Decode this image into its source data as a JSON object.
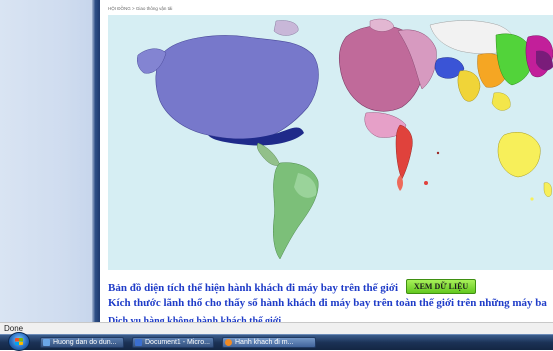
{
  "page": {
    "breadcrumb": "HỘI ĐỒNG > Giao thông vận tải",
    "caption_main": "Bản đồ diện tích thể hiện hành khách đi máy bay trên thế giới",
    "data_button": "XEM DỮ LIỆU",
    "caption_sub": "Kích thước lãnh thổ cho thấy số hành khách đi máy bay trên toàn thế giới trên những máy ba",
    "caption_cut": "Dịch vụ hàng không hành khách thế giới"
  },
  "status": {
    "text": "Done"
  },
  "taskbar": {
    "tasks": [
      {
        "label": "Huong dan do dun..."
      },
      {
        "label": "Document1 - Micro..."
      },
      {
        "label": "Hanh khach đi m..."
      }
    ]
  },
  "colors": {
    "ocean": "#d6eef3",
    "caption": "#1f3cc8",
    "button": "#7ad82f"
  }
}
